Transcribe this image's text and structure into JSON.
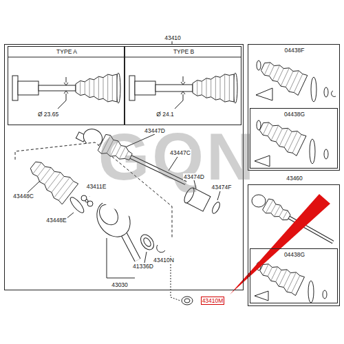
{
  "diagram": {
    "nodes": [
      {
        "text": [
          "43410"
        ]
      },
      {
        "text": [
          "TYPE A",
          "Ø 23.65"
        ],
        "in": 0
      },
      {
        "text": [
          "TYPE B",
          "Ø 24.1"
        ],
        "in": 0
      },
      {
        "text": [
          "04438F"
        ]
      },
      {
        "text": [
          "04438G"
        ],
        "in": 3
      },
      {
        "text": [
          "43460"
        ]
      },
      {
        "text": [
          "04438G"
        ],
        "in": 5
      }
    ],
    "labels": [
      "43447D",
      "43447C",
      "43474D",
      "43474F",
      "43448C",
      "43411E",
      "43448E",
      "43410N",
      "41336D",
      "43030",
      "43410M",
      "GQN"
    ]
  }
}
